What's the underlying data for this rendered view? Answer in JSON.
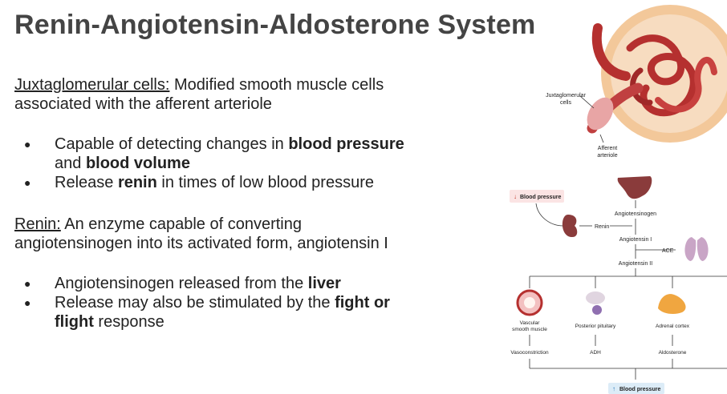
{
  "slide": {
    "title": "Renin-Angiotensin-Aldosterone System",
    "jg": {
      "term": "Juxtaglomerular cells:",
      "definition_line1": " Modified smooth muscle cells",
      "definition_line2": "associated with the afferent arteriole",
      "bullets": [
        {
          "pre": "Capable of detecting changes in ",
          "bold1": "blood pressure",
          "line2_pre": "and ",
          "bold2": "blood volume"
        },
        {
          "pre": "Release ",
          "bold": "renin",
          "post": " in times of low blood pressure"
        }
      ]
    },
    "renin": {
      "term": "Renin:",
      "definition_line1": " An enzyme capable of converting",
      "definition_line2": "angiotensinogen into its activated form, angiotensin I",
      "bullets": [
        {
          "pre": "Angiotensinogen released from the ",
          "bold": "liver"
        },
        {
          "pre": "Release may also be stimulated by the ",
          "bold1": "fight or",
          "bold2": "flight",
          "post": " response"
        }
      ]
    }
  },
  "figure": {
    "kidney_labels": {
      "jg_line1": "Juxtaglomerular",
      "jg_line2": "cells",
      "aa_line1": "Afferent",
      "aa_line2": "arteriole"
    },
    "pathway": {
      "low_bp": "Blood pressure",
      "angiotensinogen": "Angiotensinogen",
      "renin": "Renin",
      "angiotensin1": "Angiotensin I",
      "ace": "ACE",
      "angiotensin2": "Angiotensin II",
      "targets": [
        {
          "line1": "Vascular",
          "line2": "smooth muscle",
          "effect": "Vasoconstriction"
        },
        {
          "line1": "Posterior pituitary",
          "line2": "",
          "effect": "ADH"
        },
        {
          "line1": "Adrenal cortex",
          "line2": "",
          "effect": "Aldosterone"
        }
      ],
      "high_bp": "Blood pressure"
    },
    "colors": {
      "kidney_red": "#b5302f",
      "kidney_peach": "#f3c89a",
      "liver": "#8a3b3b",
      "lung": "#c9a5c6",
      "adrenal": "#f0a640",
      "low_bp_bg": "#fbe4e4",
      "high_bp_bg": "#dcecf7"
    }
  }
}
